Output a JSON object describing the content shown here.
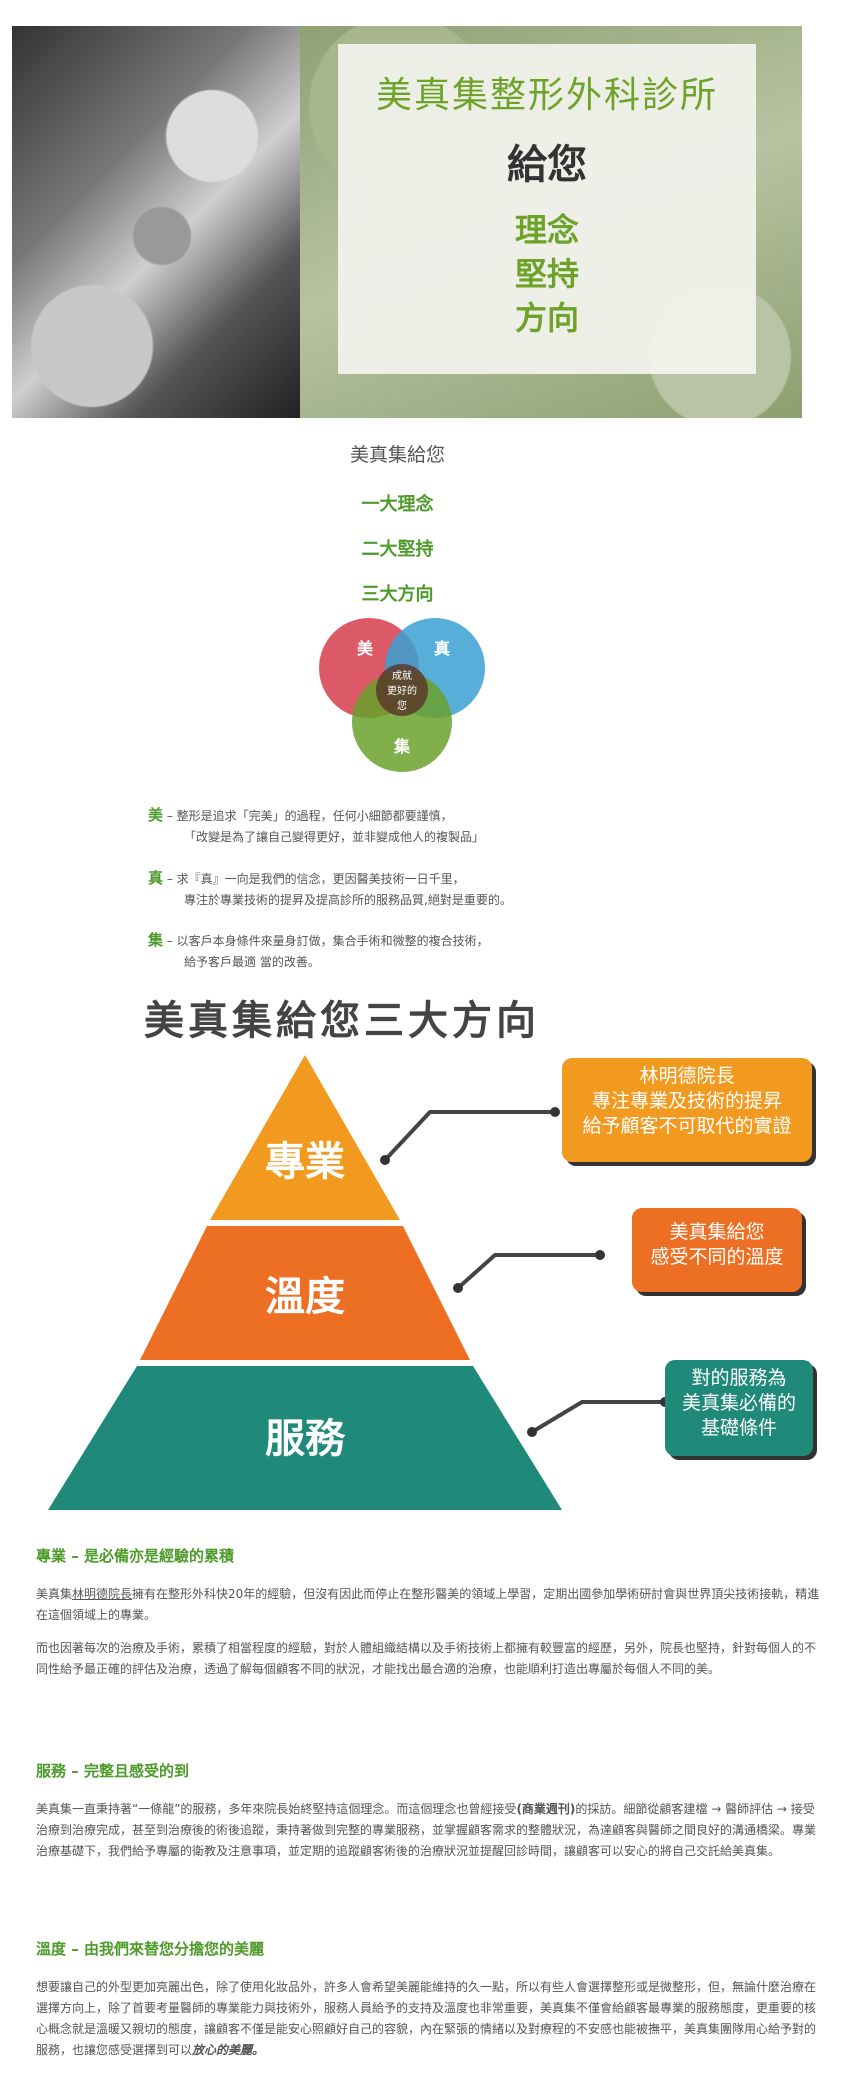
{
  "hero": {
    "title": "美真集整形外科診所",
    "give": "給您",
    "words": [
      "理念",
      "堅持",
      "方向"
    ]
  },
  "intro": {
    "heading": "美真集給您",
    "items": [
      "一大理念",
      "二大堅持",
      "三大方向"
    ]
  },
  "venn": {
    "circles": [
      {
        "label": "美",
        "color": "#d63c4e"
      },
      {
        "label": "真",
        "color": "#3aa0d2"
      },
      {
        "label": "集",
        "color": "#6aa12b"
      }
    ],
    "center": [
      "成就",
      "更好的",
      "您"
    ]
  },
  "descriptions": [
    {
      "key": "美",
      "line1": " – 整形是追求「完美」的過程，任何小細節都要謹慎，",
      "line2": "「改變是為了讓自己變得更好，並非變成他人的複製品」"
    },
    {
      "key": "真",
      "line1": " – 求『真』一向是我們的信念，更因醫美技術一日千里，",
      "line2": "專注於專業技術的提昇及提高診所的服務品質,絕對是重要的。"
    },
    {
      "key": "集",
      "line1": " – 以客戶本身條件來量身訂做，集合手術和微整的複合技術，",
      "line2": "給予客戶最適 當的改善。"
    }
  ],
  "pyramid": {
    "title": "美真集給您三大方向",
    "levels": [
      {
        "label": "專業",
        "color": "#f29a1f"
      },
      {
        "label": "溫度",
        "color": "#ec6f24"
      },
      {
        "label": "服務",
        "color": "#1f8a7a"
      }
    ],
    "callouts": [
      {
        "lines": [
          "林明德院長",
          "專注專業及技術的提昇",
          "給予顧客不可取代的實證"
        ],
        "color": "#f29a1f"
      },
      {
        "lines": [
          "美真集給您",
          "感受不同的溫度"
        ],
        "color": "#ec6f24"
      },
      {
        "lines": [
          "對的服務為",
          "美真集必備的",
          "基礎條件"
        ],
        "color": "#1f8a7a"
      }
    ]
  },
  "sections": [
    {
      "heading": "專業 – 是必備亦是經驗的累積",
      "p1_pre": "美真集",
      "p1_link": "林明德院長",
      "p1_post": "擁有在整形外科快20年的經驗，但沒有因此而停止在整形醫美的領域上學習，定期出國參加學術研討會與世界頂尖技術接軌，精進在這個領域上的專業。",
      "p2": "而也因著每次的治療及手術，累積了相當程度的經驗，對於人體組織結構以及手術技術上都擁有較豐富的經歷，另外，院長也堅持，針對每個人的不同性給予最正確的評估及治療，透過了解每個顧客不同的狀況，才能找出最合適的治療，也能順利打造出專屬於每個人不同的美。"
    },
    {
      "heading": "服務 – 完整且感受的到",
      "p1_pre": "美真集一直秉持著“一條龍”的服務，多年來院長始終堅持這個理念。而這個理念也曾經接受",
      "p1_bold": "(商業週刊)",
      "p1_post": "的採訪。細節從顧客建檔 → 醫師評估 → 接受治療到治療完成，甚至到治療後的術後追蹤，秉持著做到完整的專業服務，並掌握顧客需求的整體狀況，為達顧客與醫師之間良好的溝通橋梁。專業治療基礎下，我們給予專屬的衛教及注意事項，並定期的追蹤顧客術後的治療狀況並提醒回診時間，讓顧客可以安心的將自己交託給美真集。"
    },
    {
      "heading": "溫度 – 由我們來替您分擔您的美麗",
      "p1": "想要讓自己的外型更加亮麗出色，除了使用化妝品外，許多人會希望美麗能維持的久一點，所以有些人會選擇整形或是微整形，但，無論什麼治療在選擇方向上，除了首要考量醫師的專業能力與技術外，服務人員給予的支持及溫度也非常重要，美真集不僅會給顧客最專業的服務態度，更重要的核心概念就是溫暖又親切的態度，讓顧客不僅是能安心照顧好自己的容貌，內在緊張的情緒以及對療程的不安感也能被撫平，美真集團隊用心給予對的服務，也讓您感受選擇到可以",
      "p1_em": "放心的美麗。"
    }
  ]
}
